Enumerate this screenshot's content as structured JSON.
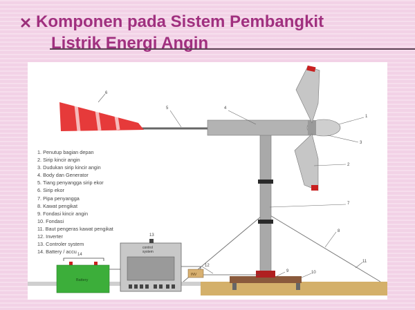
{
  "slide": {
    "title_line1": "Komponen pada Sistem Pembangkit",
    "title_line2": "Listrik Energi Angin",
    "bullet_icon": "x-bullet-icon",
    "colors": {
      "title": "#a0307f",
      "background": "#f2d2e6",
      "windsock": "#e63a3a",
      "tower": "#a9a9a9",
      "battery": "#3cae3a"
    }
  },
  "diagram": {
    "legend": [
      "1. Penutup bagian depan",
      "2. Sirip kincir angin",
      "3. Dudukan sirip kincir angin",
      "4. Body dan Generator",
      "5. Tiang penyangga sirip ekor",
      "6. Sirip ekor",
      "7. Pipa penyangga",
      "8. Kawat pengikat",
      "9. Fondasi kincir angin",
      "10. Fondasi",
      "11. Baut pengeras kawat pengikat",
      "12. Inverter",
      "13. Controler system",
      "14. Battery / accu"
    ],
    "callouts": [
      "1",
      "2",
      "3",
      "4",
      "5",
      "6",
      "7",
      "8",
      "9",
      "10",
      "11",
      "12",
      "13",
      "14"
    ],
    "battery_label": "Battery",
    "controller_label_1": "control",
    "controller_label_2": "system",
    "inverter_label": "INV"
  }
}
